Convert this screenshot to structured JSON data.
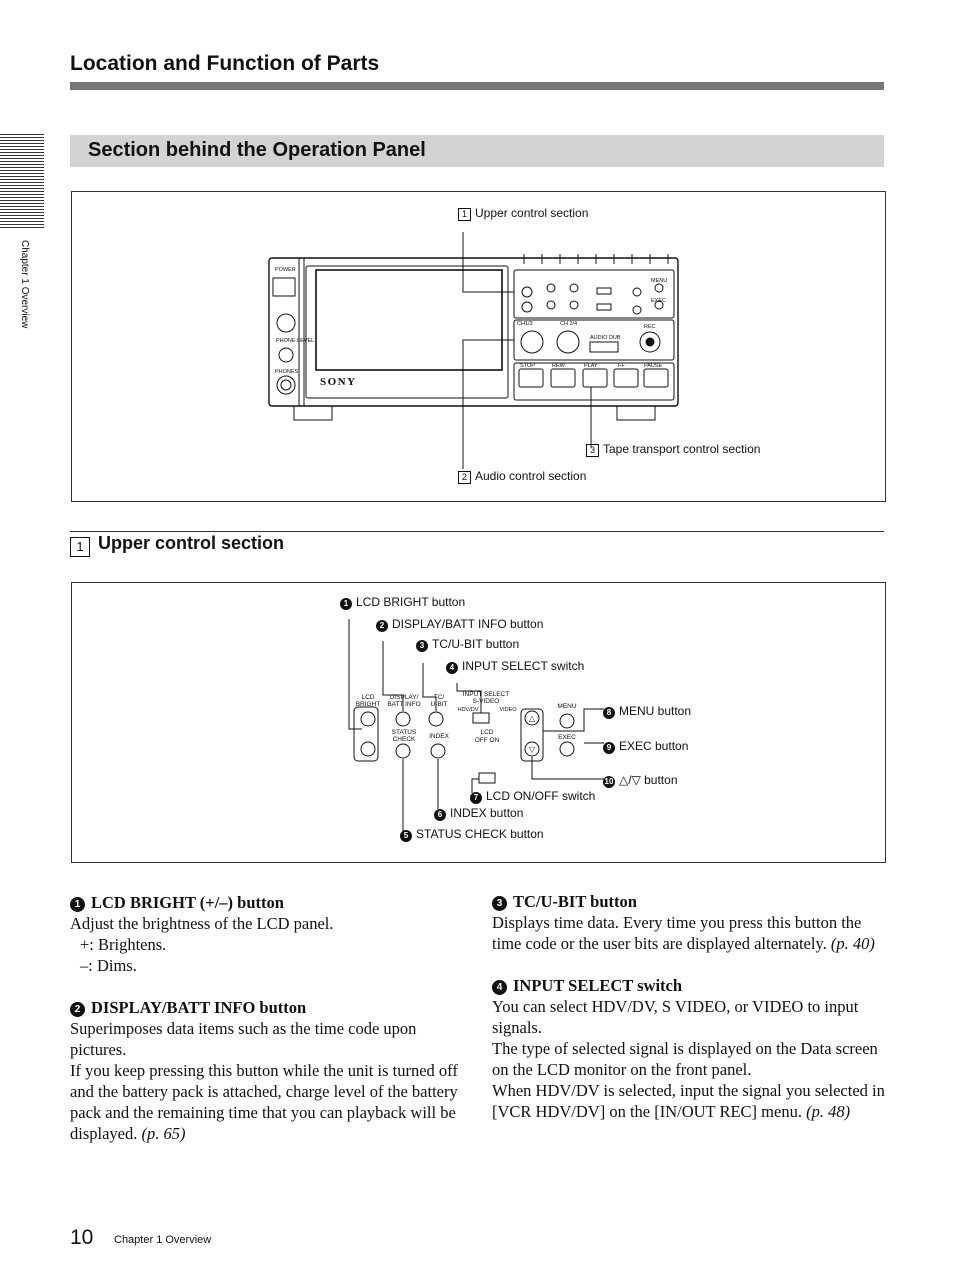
{
  "header": {
    "title": "Location and Function of Parts",
    "section_title": "Section behind the Operation  Panel"
  },
  "side_tab": {
    "text": "Chapter 1   Overview"
  },
  "figure1": {
    "callouts": {
      "upper": {
        "num": "1",
        "label": "Upper control section"
      },
      "audio": {
        "num": "2",
        "label": "Audio control section"
      },
      "tape": {
        "num": "3",
        "label": "Tape transport control section"
      }
    },
    "device_labels": {
      "power": "POWER",
      "phones": "PHONES",
      "phone_level": "PHONE LEVEL",
      "brand": "SONY",
      "ch13": "CH1/3",
      "ch24": "CH 2/4",
      "audio_dub": "AUDIO DUB",
      "rec": "REC",
      "stop": "STOP",
      "rew": "REW",
      "play": "PLAY",
      "ff": "FF",
      "pause": "PAUSE",
      "menu": "MENU",
      "exec": "EXEC"
    }
  },
  "subsection": {
    "num": "1",
    "title": "Upper control section"
  },
  "figure2": {
    "callouts": [
      {
        "num": "1",
        "label": "LCD BRIGHT button"
      },
      {
        "num": "2",
        "label": "DISPLAY/BATT INFO button"
      },
      {
        "num": "3",
        "label": "TC/U-BIT button"
      },
      {
        "num": "4",
        "label": "INPUT SELECT switch"
      },
      {
        "num": "8",
        "label": "MENU button"
      },
      {
        "num": "9",
        "label": "EXEC button"
      },
      {
        "num": "10",
        "label": "△/▽ button"
      },
      {
        "num": "7",
        "label": "LCD ON/OFF switch"
      },
      {
        "num": "6",
        "label": "INDEX button"
      },
      {
        "num": "5",
        "label": "STATUS CHECK button"
      }
    ],
    "panel_labels": {
      "lcd_bright": [
        "LCD",
        "BRIGHT"
      ],
      "display_batt": [
        "DISPLAY/",
        "BATT INFO"
      ],
      "tc_ubit": [
        "TC/",
        "U-BIT"
      ],
      "input_select": [
        "INPUT SELECT",
        "S-VIDEO"
      ],
      "hdv": "HDV/DV",
      "video": "VIDEO",
      "status_check": [
        "STATUS",
        "CHECK"
      ],
      "index": "INDEX",
      "lcd": "LCD",
      "off_on": "OFF    ON",
      "menu": "MENU",
      "exec": "EXEC"
    }
  },
  "descriptions": {
    "left": [
      {
        "num": "1",
        "title": "LCD BRIGHT (+/–) button",
        "lines": [
          "Adjust the brightness of the LCD panel."
        ],
        "sub": [
          "+: Brightens.",
          "–: Dims."
        ]
      },
      {
        "num": "2",
        "title": "DISPLAY/BATT INFO button",
        "text1": "Superimposes data items such as the time code upon pictures.",
        "text2": "If you keep pressing this button while the unit is turned off and the battery pack is attached, charge level of the battery pack and the remaining time that you can playback will be displayed.",
        "ref": "(p. 65)"
      }
    ],
    "right": [
      {
        "num": "3",
        "title": "TC/U-BIT button",
        "text1": "Displays time data. Every time you press this button the time code or the user bits are displayed alternately.",
        "ref": "(p. 40)"
      },
      {
        "num": "4",
        "title": "INPUT SELECT switch",
        "text1": "You can select HDV/DV, S VIDEO, or VIDEO to input signals.",
        "text2": "The type of selected signal is displayed on the Data screen on the LCD monitor on the front panel.",
        "text3": "When HDV/DV is selected, input the signal you selected in [VCR HDV/DV] on the [IN/OUT REC] menu.",
        "ref": "(p. 48)"
      }
    ]
  },
  "footer": {
    "page": "10",
    "chapter": "Chapter 1    Overview"
  }
}
